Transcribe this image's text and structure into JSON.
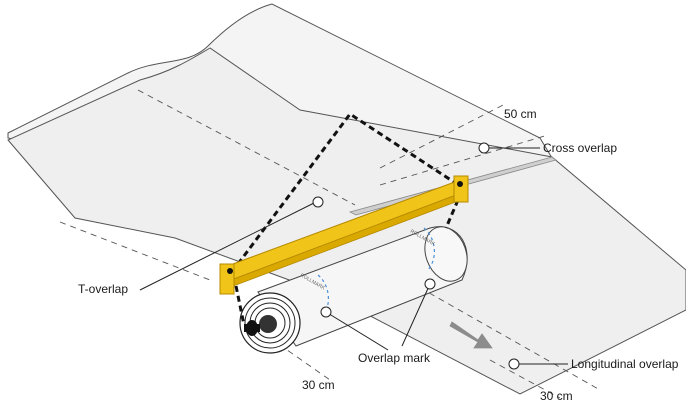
{
  "labels": {
    "cross_overlap": "Cross overlap",
    "t_overlap": "T-overlap",
    "overlap_mark": "Overlap mark",
    "longitudinal_overlap": "Longitudinal overlap"
  },
  "dimensions": {
    "cross": "50 cm",
    "roll_end": "30 cm",
    "longitudinal": "30 cm"
  },
  "roll_text": "ROLLMARK",
  "colors": {
    "sheet_fill": "#f2f2f2",
    "sheet_stroke": "#555555",
    "lifting_beam": "#f0c419",
    "lifting_beam_dark": "#c69a00",
    "cable": "#111111",
    "arrow": "#8c8c8c",
    "overlap_mark": "#4a90d9"
  }
}
